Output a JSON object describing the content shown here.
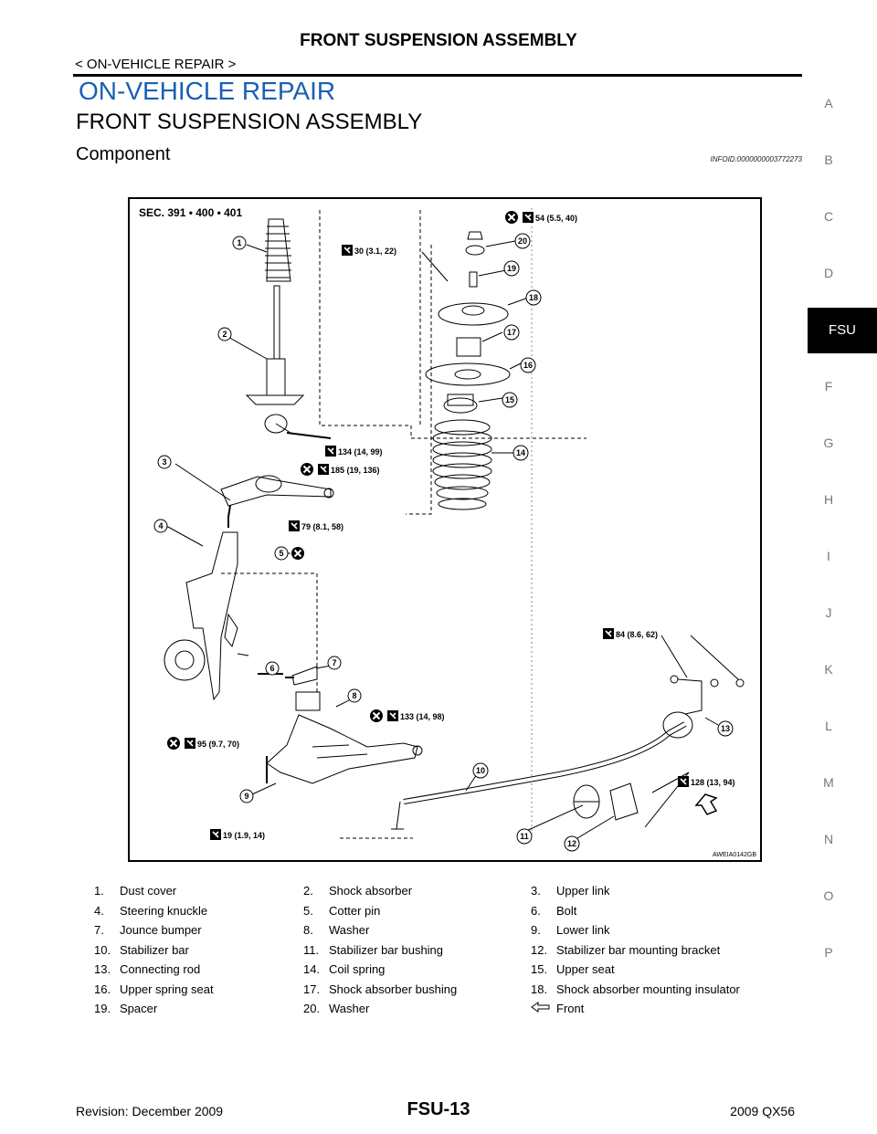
{
  "header": {
    "title": "FRONT SUSPENSION ASSEMBLY",
    "subtitle": "< ON-VEHICLE REPAIR >"
  },
  "section_title": "ON-VEHICLE REPAIR",
  "main_title": "FRONT SUSPENSION ASSEMBLY",
  "sub_title": "Component",
  "info_id": "INFOID:0000000003772273",
  "side_index": {
    "letters": [
      "A",
      "B",
      "C",
      "D",
      "FSU",
      "F",
      "G",
      "H",
      "I",
      "J",
      "K",
      "L",
      "M",
      "N",
      "O",
      "P"
    ],
    "active": "FSU"
  },
  "figure": {
    "section_label": "SEC. 391 • 400 • 401",
    "code": "AWEIA0142GB",
    "callouts": [
      "1",
      "2",
      "3",
      "4",
      "5",
      "6",
      "7",
      "8",
      "9",
      "10",
      "11",
      "12",
      "13",
      "14",
      "15",
      "16",
      "17",
      "18",
      "19",
      "20"
    ],
    "torques": {
      "t54": "54 (5.5, 40)",
      "t30": "30 (3.1, 22)",
      "t134": "134 (14, 99)",
      "t185": "185 (19, 136)",
      "t79": "79 (8.1, 58)",
      "t84": "84 (8.6, 62)",
      "t133": "133 (14, 98)",
      "t95": "95 (9.7, 70)",
      "t128": "128 (13, 94)",
      "t19": "19 (1.9, 14)"
    }
  },
  "legend": {
    "rows": [
      [
        {
          "num": "1.",
          "label": "Dust cover"
        },
        {
          "num": "2.",
          "label": "Shock absorber"
        },
        {
          "num": "3.",
          "label": "Upper link"
        }
      ],
      [
        {
          "num": "4.",
          "label": "Steering knuckle"
        },
        {
          "num": "5.",
          "label": "Cotter pin"
        },
        {
          "num": "6.",
          "label": "Bolt"
        }
      ],
      [
        {
          "num": "7.",
          "label": "Jounce bumper"
        },
        {
          "num": "8.",
          "label": "Washer"
        },
        {
          "num": "9.",
          "label": "Lower link"
        }
      ],
      [
        {
          "num": "10.",
          "label": "Stabilizer bar"
        },
        {
          "num": "11.",
          "label": "Stabilizer bar bushing"
        },
        {
          "num": "12.",
          "label": "Stabilizer bar mounting bracket"
        }
      ],
      [
        {
          "num": "13.",
          "label": "Connecting rod"
        },
        {
          "num": "14.",
          "label": "Coil spring"
        },
        {
          "num": "15.",
          "label": "Upper seat"
        }
      ],
      [
        {
          "num": "16.",
          "label": "Upper spring seat"
        },
        {
          "num": "17.",
          "label": "Shock absorber bushing"
        },
        {
          "num": "18.",
          "label": "Shock absorber mounting insulator"
        }
      ],
      [
        {
          "num": "19.",
          "label": "Spacer"
        },
        {
          "num": "20.",
          "label": "Washer"
        },
        {
          "num": "",
          "label": "Front"
        }
      ]
    ]
  },
  "footer": {
    "left": "Revision: December 2009",
    "center": "FSU-13",
    "right": "2009 QX56"
  }
}
